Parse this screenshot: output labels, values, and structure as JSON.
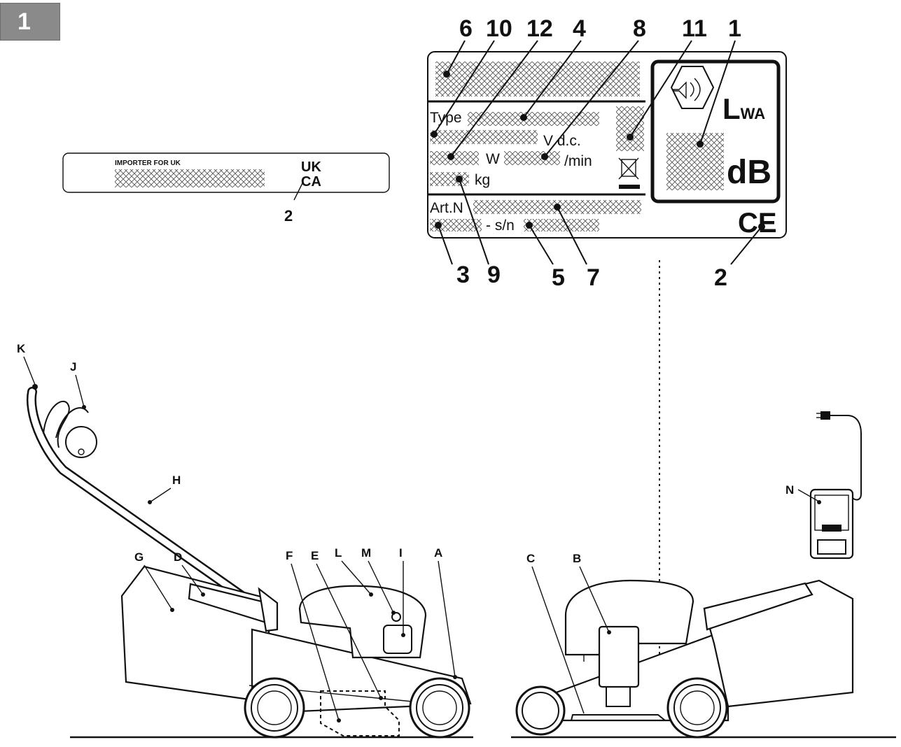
{
  "figure_number": "1",
  "uk_label": {
    "importer_text": "IMPORTER FOR UK",
    "mark_line1": "UK",
    "mark_line2": "CA",
    "callout": "2"
  },
  "rating_plate": {
    "type_label": "Type",
    "voltage_unit": "V d.c.",
    "power_unit": "W",
    "speed_unit": "/min",
    "weight_unit": "kg",
    "article_label": "Art.N",
    "serial_label": "- s/n",
    "sound_symbol_main": "L",
    "sound_symbol_sub": "WA",
    "sound_unit": "dB",
    "ce_mark": "CE",
    "callouts_top": [
      "6",
      "10",
      "12",
      "4",
      "8",
      "11",
      "1"
    ],
    "callouts_bottom": [
      "3",
      "9",
      "5",
      "7",
      "2"
    ]
  },
  "mower_parts": [
    "K",
    "J",
    "H",
    "G",
    "D",
    "F",
    "E",
    "L",
    "M",
    "I",
    "A",
    "C",
    "B",
    "N"
  ]
}
